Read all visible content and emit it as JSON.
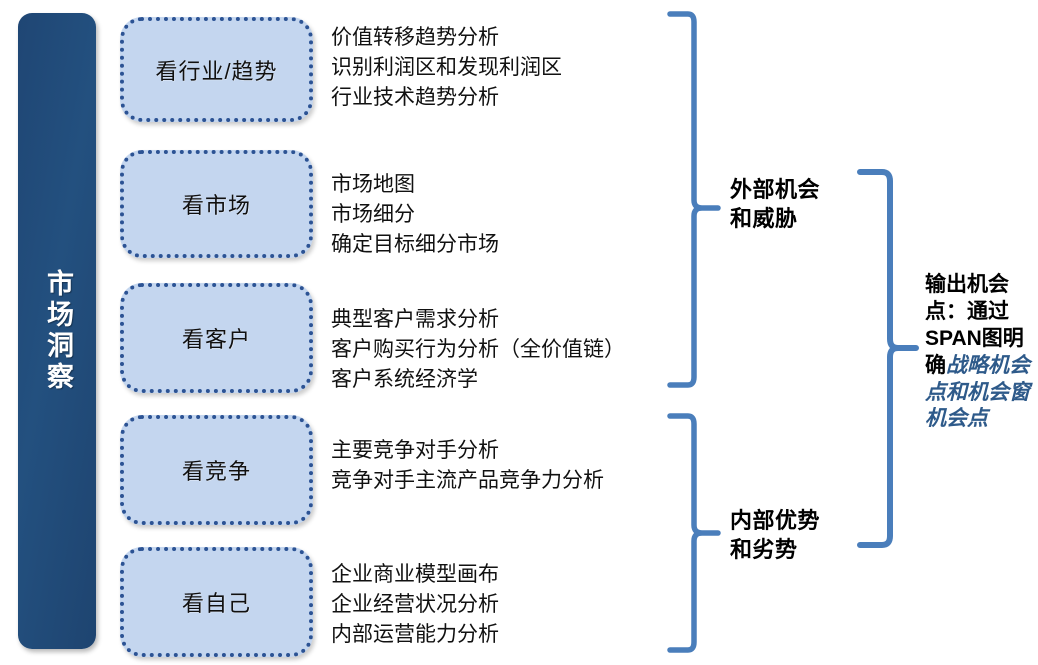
{
  "diagram": {
    "title_bar": {
      "label": "市场洞察",
      "color": "#1f4674"
    },
    "colors": {
      "box_fill": "#c4d6ef",
      "box_border": "#2c5394",
      "bracket": "#4a7ebb",
      "accent_text": "#2e5a8a",
      "bar": "#1f4674"
    },
    "stages": [
      {
        "box_label": "看行业/趋势",
        "details": [
          "价值转移趋势分析",
          "识别利润区和发现利润区",
          "行业技术趋势分析"
        ]
      },
      {
        "box_label": "看市场",
        "details": [
          "市场地图",
          "市场细分",
          "确定目标细分市场"
        ]
      },
      {
        "box_label": "看客户",
        "details": [
          "典型客户需求分析",
          "客户购买行为分析（全价值链）",
          "客户系统经济学"
        ]
      },
      {
        "box_label": "看竞争",
        "details": [
          "主要竞争对手分析",
          "竞争对手主流产品竞争力分析"
        ]
      },
      {
        "box_label": "看自己",
        "details": [
          "企业商业模型画布",
          "企业经营状况分析",
          "内部运营能力分析"
        ]
      }
    ],
    "groups": [
      {
        "name": "external",
        "line1": "外部机会",
        "line2": "和威胁"
      },
      {
        "name": "internal",
        "line1": "内部优势",
        "line2": "和劣势"
      }
    ],
    "output": {
      "lead": "输出机会点：通过SPAN图明确",
      "accent": "战略机会点和机会窗机会点"
    }
  }
}
